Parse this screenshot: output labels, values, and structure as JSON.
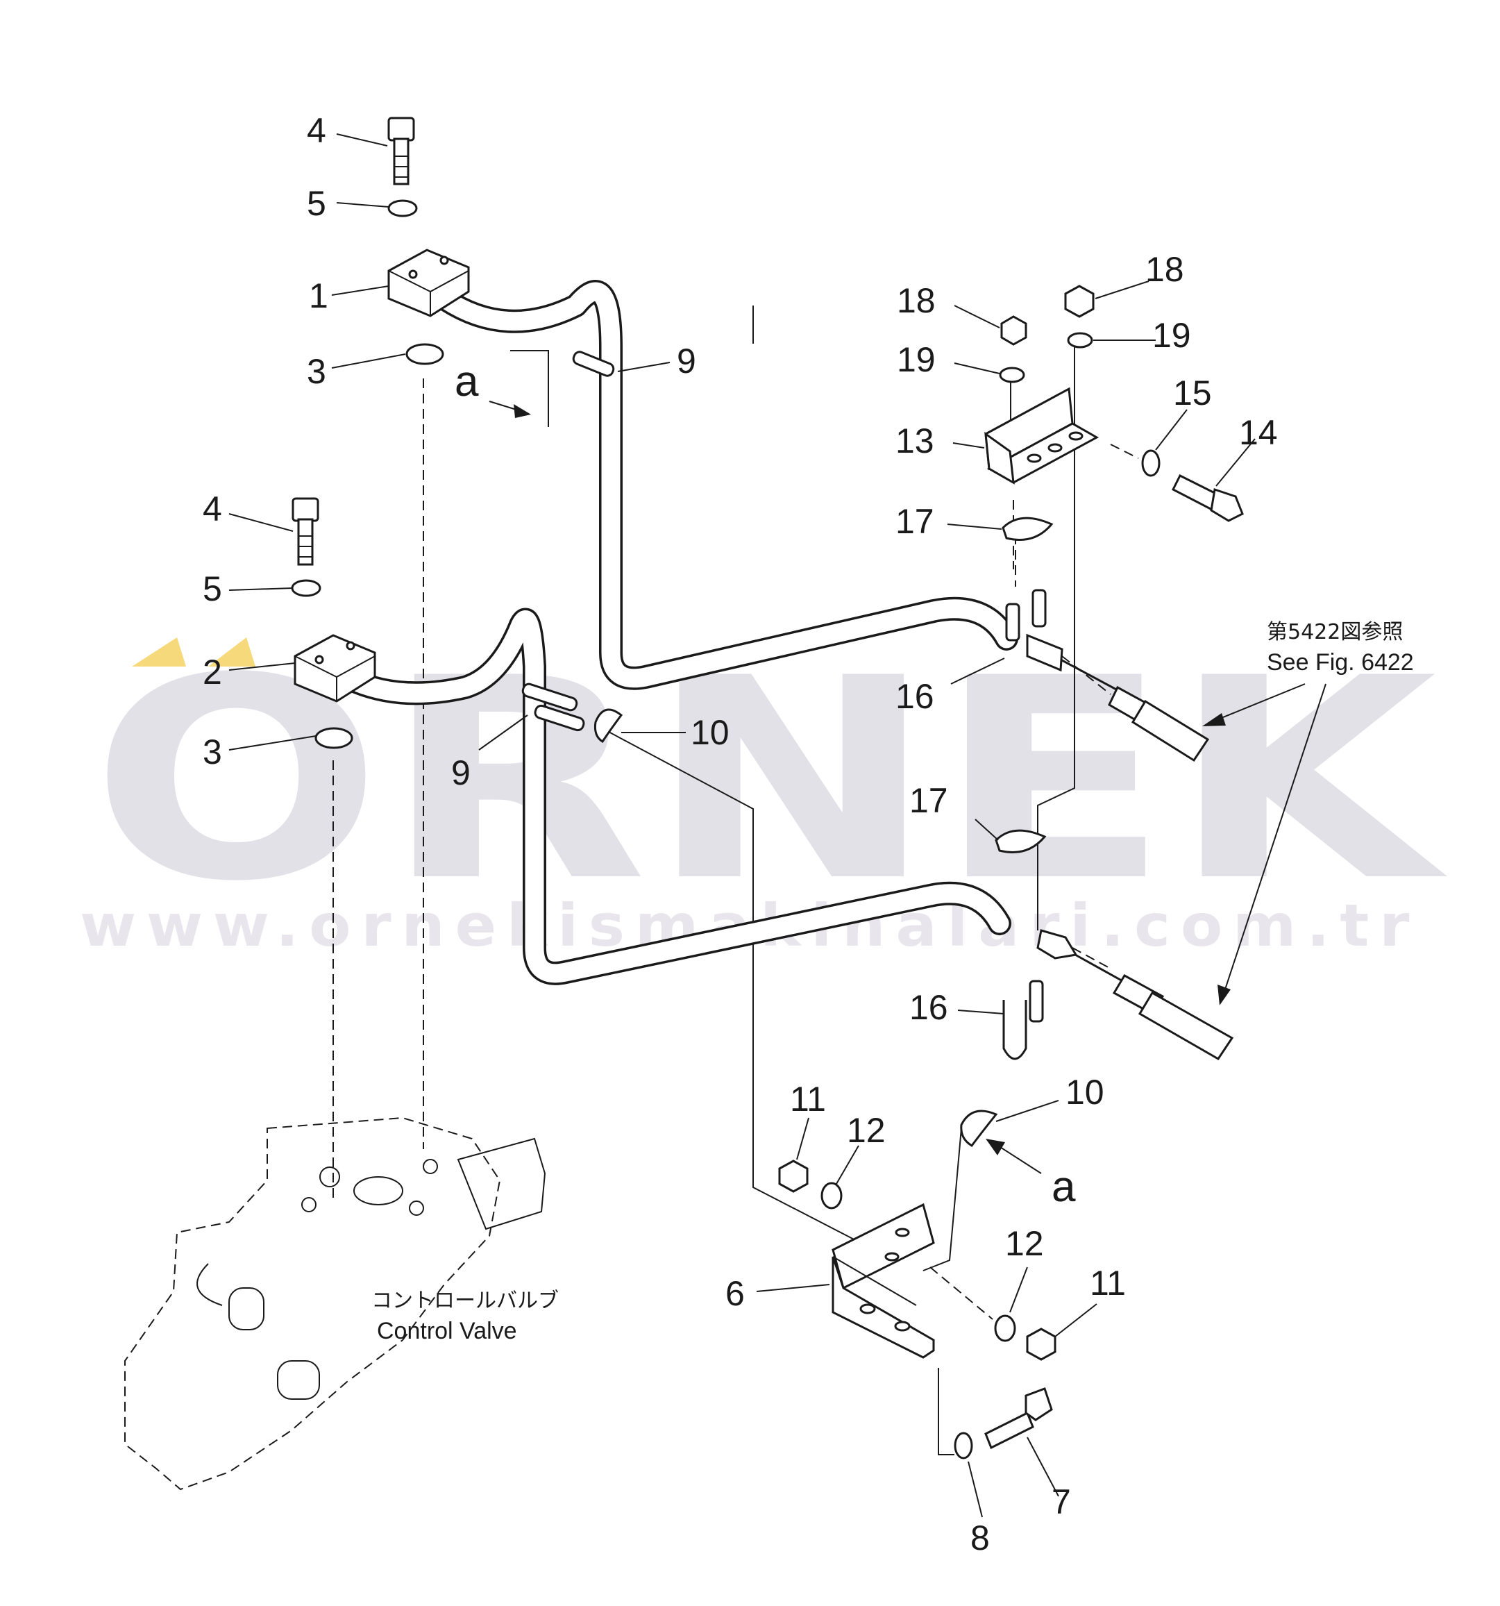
{
  "watermark": {
    "brand": "ORNEK",
    "url": "www.ornekismakinalari.com.tr",
    "accent_color": "#f6d97a",
    "text_color": "#e3e1e8"
  },
  "labels": {
    "control_valve_jp": "コントロールバルブ",
    "control_valve_en": "Control Valve",
    "fig_ref_jp": "第5422図参照",
    "fig_ref_en": "See Fig. 6422",
    "view_a": "a"
  },
  "callouts": [
    "1",
    "2",
    "3",
    "4",
    "5",
    "6",
    "7",
    "8",
    "9",
    "10",
    "11",
    "12",
    "13",
    "14",
    "15",
    "16",
    "17",
    "18",
    "19"
  ]
}
